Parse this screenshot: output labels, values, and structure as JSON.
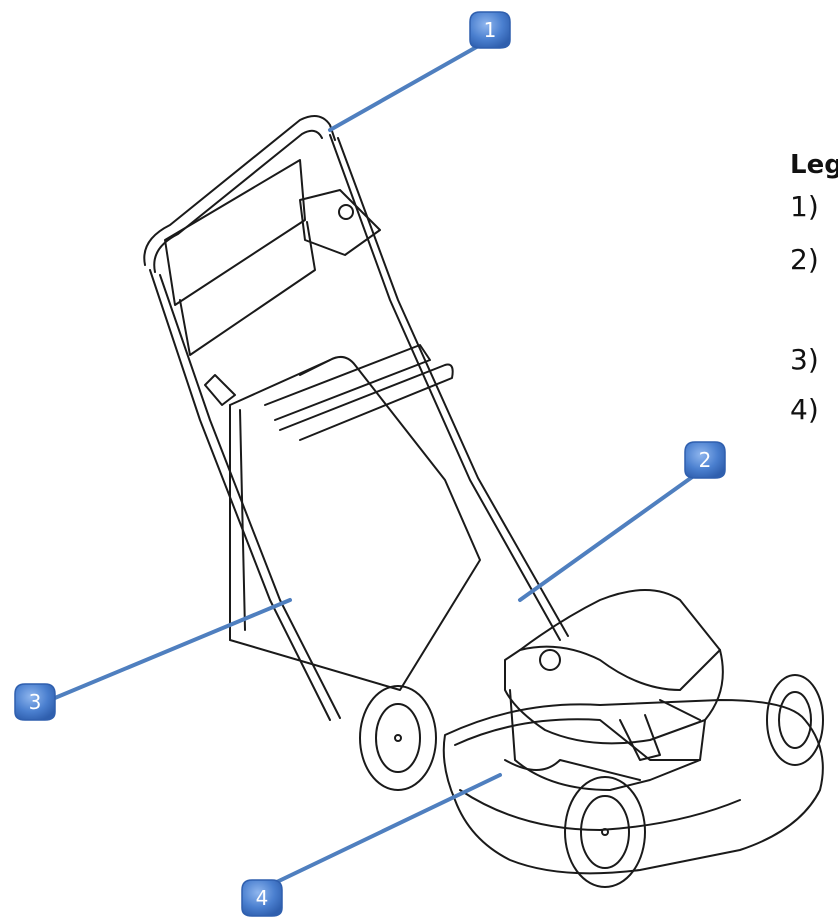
{
  "legend": {
    "title": "Leg",
    "items": [
      "1)",
      "2)",
      "3)",
      "4)"
    ]
  },
  "callouts": [
    {
      "label": "1"
    },
    {
      "label": "2"
    },
    {
      "label": "3"
    },
    {
      "label": "4"
    }
  ],
  "colors": {
    "callout_fill": "#4a7fcf",
    "leader_line": "#4f7fbf",
    "line_art": "#1a1a1a"
  }
}
